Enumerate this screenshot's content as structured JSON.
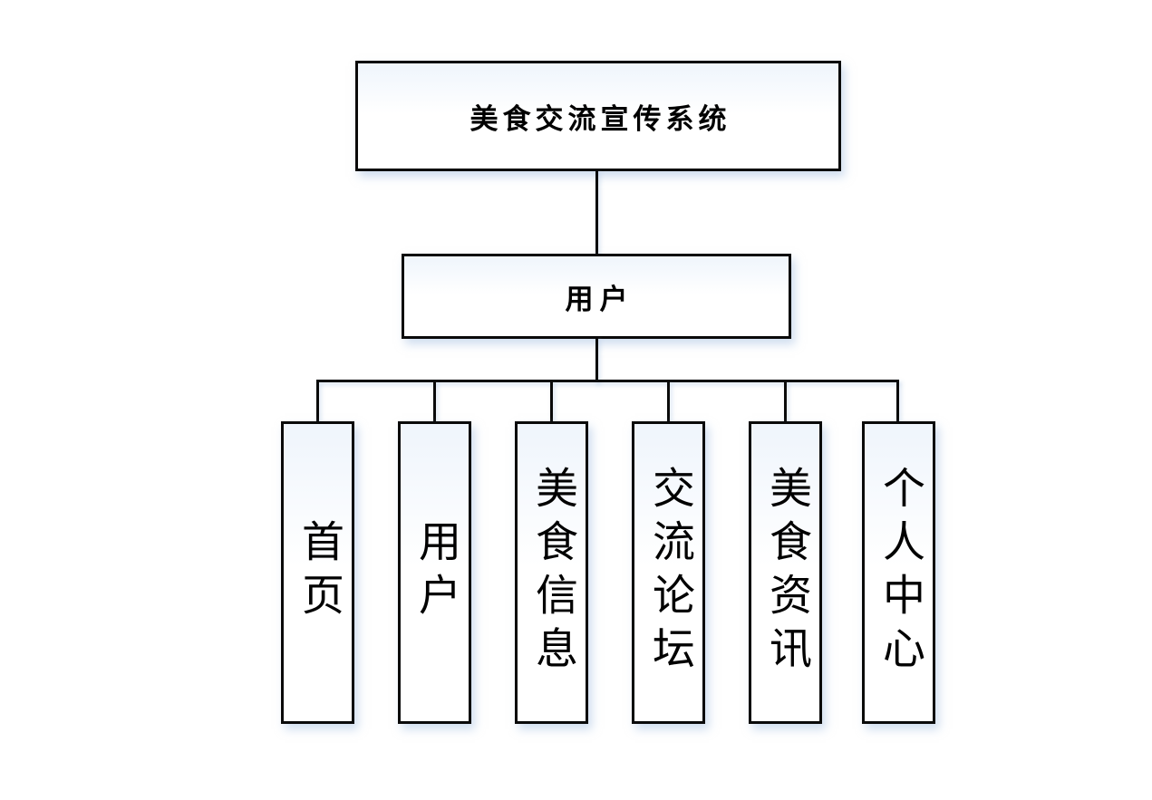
{
  "diagram": {
    "type": "hierarchy-org-chart",
    "title": "美食交流宣传系统",
    "actor": "用户",
    "modules": [
      {
        "label": "首页"
      },
      {
        "label": "用户"
      },
      {
        "label": "美食信息"
      },
      {
        "label": "交流论坛"
      },
      {
        "label": "美食资讯"
      },
      {
        "label": "个人中心"
      }
    ],
    "colors": {
      "line": "#0a0a0a",
      "box_border": "#0a0a0a",
      "box_fill_top_tint": "#eff5fc",
      "box_fill": "#ffffff",
      "soft_shadow": "#a8c1e2",
      "canvas_background": "#ffffff",
      "text": "#000000"
    }
  }
}
